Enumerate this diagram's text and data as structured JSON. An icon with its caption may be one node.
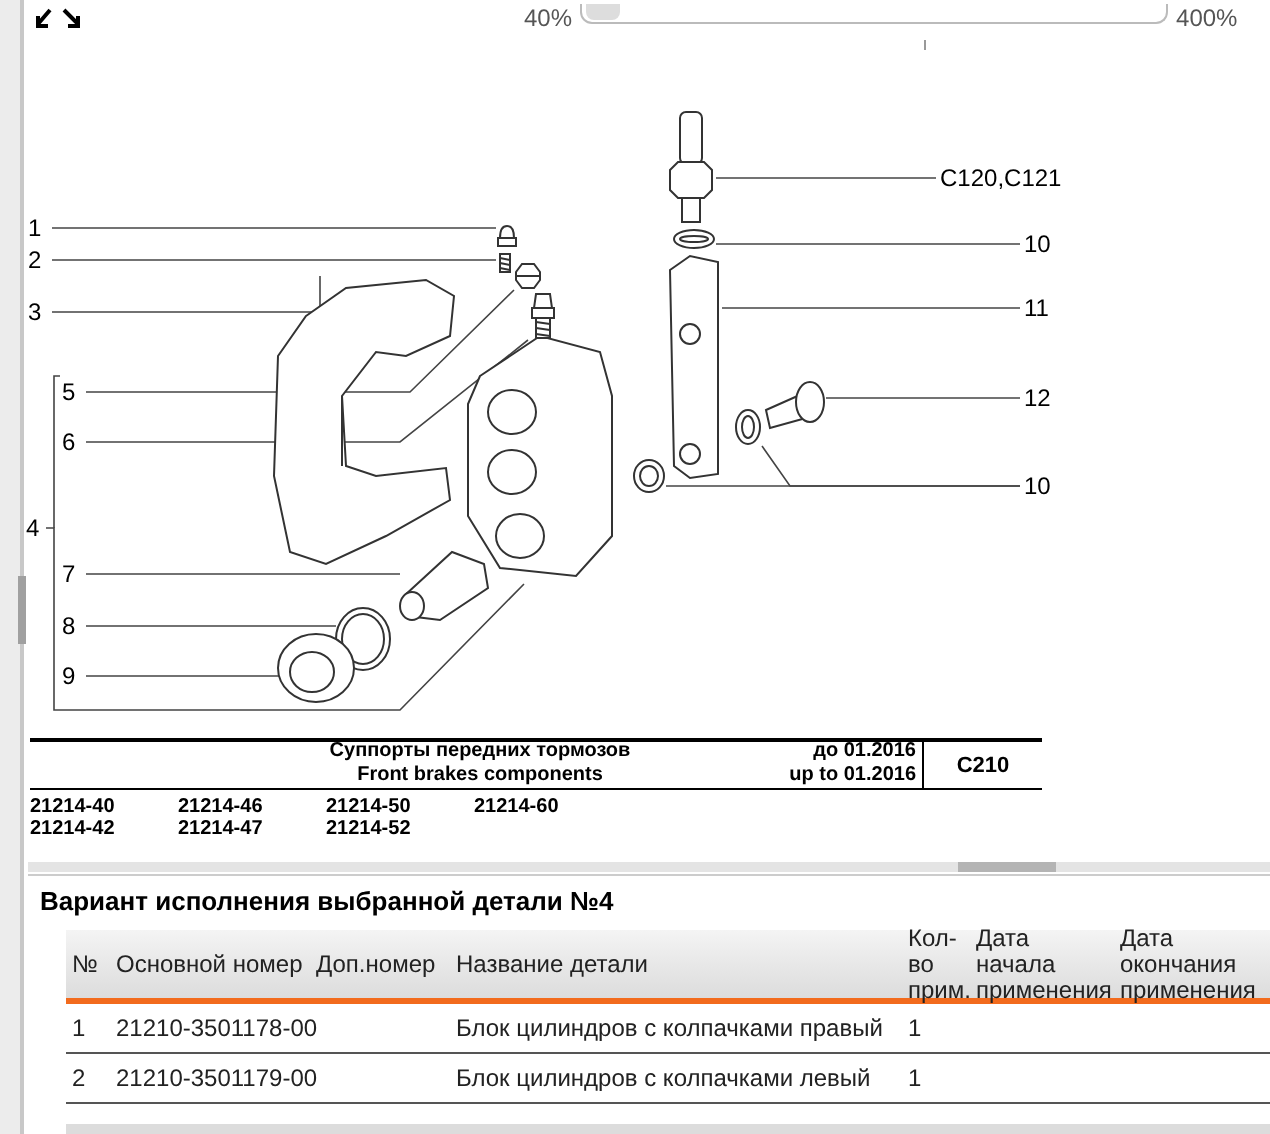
{
  "diagram": {
    "nodes": [
      {
        "text": [
          "1"
        ]
      },
      {
        "text": [
          "2"
        ]
      },
      {
        "text": [
          "3"
        ]
      },
      {
        "text": [
          "4"
        ]
      },
      {
        "text": [
          "5"
        ]
      },
      {
        "text": [
          "6"
        ]
      },
      {
        "text": [
          "7"
        ]
      },
      {
        "text": [
          "8"
        ]
      },
      {
        "text": [
          "9"
        ]
      },
      {
        "text": [
          "C120,C121"
        ]
      },
      {
        "text": [
          "10"
        ]
      },
      {
        "text": [
          "11"
        ]
      },
      {
        "text": [
          "12"
        ]
      },
      {
        "text": [
          "10"
        ]
      },
      {
        "text": [],
        "shape": "picture"
      },
      {
        "text": [],
        "shape": "picture"
      },
      {
        "text": [],
        "shape": "picture"
      },
      {
        "text": [],
        "shape": "picture"
      },
      {
        "text": [],
        "shape": "picture"
      },
      {
        "text": [],
        "shape": "picture"
      },
      {
        "text": [],
        "shape": "picture"
      },
      {
        "text": [],
        "shape": "picture"
      },
      {
        "text": [],
        "shape": "picture"
      },
      {
        "text": [],
        "shape": "picture"
      },
      {
        "text": [],
        "shape": "picture"
      },
      {
        "text": [],
        "shape": "picture"
      },
      {
        "text": [],
        "shape": "picture"
      },
      {
        "text": [],
        "shape": "picture"
      },
      {
        "text": [],
        "shape": "picture"
      }
    ],
    "edges": [
      {
        "from": 0,
        "to": 14,
        "arrow": "none"
      },
      {
        "from": 1,
        "to": 15,
        "arrow": "none"
      },
      {
        "from": 2,
        "to": 16,
        "arrow": "none"
      },
      {
        "from": 3,
        "to": 17,
        "arrow": "none"
      },
      {
        "from": 4,
        "to": 18,
        "arrow": "none"
      },
      {
        "from": 5,
        "to": 19,
        "arrow": "none"
      },
      {
        "from": 6,
        "to": 20,
        "arrow": "none"
      },
      {
        "from": 7,
        "to": 21,
        "arrow": "none"
      },
      {
        "from": 8,
        "to": 22,
        "arrow": "none"
      },
      {
        "from": 9,
        "to": 23,
        "arrow": "none"
      },
      {
        "from": 10,
        "to": 24,
        "arrow": "none"
      },
      {
        "from": 11,
        "to": 25,
        "arrow": "none"
      },
      {
        "from": 12,
        "to": 26,
        "arrow": "none"
      },
      {
        "from": 13,
        "to": 27,
        "arrow": "none"
      },
      {
        "from": 13,
        "to": 28,
        "arrow": "none"
      }
    ],
    "labels": [
      "40%",
      "400%",
      "Суппорты передних тормозов",
      "Front brakes components",
      "до 01.2016",
      "up to 01.2016",
      "C210",
      "21214-40",
      "21214-46",
      "21214-50",
      "21214-60",
      "21214-42",
      "21214-47",
      "21214-52",
      "Вариант исполнения выбранной детали №4",
      "№",
      "Основной номер",
      "Доп.номер",
      "Название детали",
      "Кол-во прим.",
      "Дата начала применения",
      "Дата окончания применения",
      "1",
      "21210-3501178-00",
      "Блок цилиндров с колпачками правый",
      "1",
      "2",
      "21210-3501179-00",
      "Блок цилиндров с колпачками левый",
      "1"
    ]
  }
}
